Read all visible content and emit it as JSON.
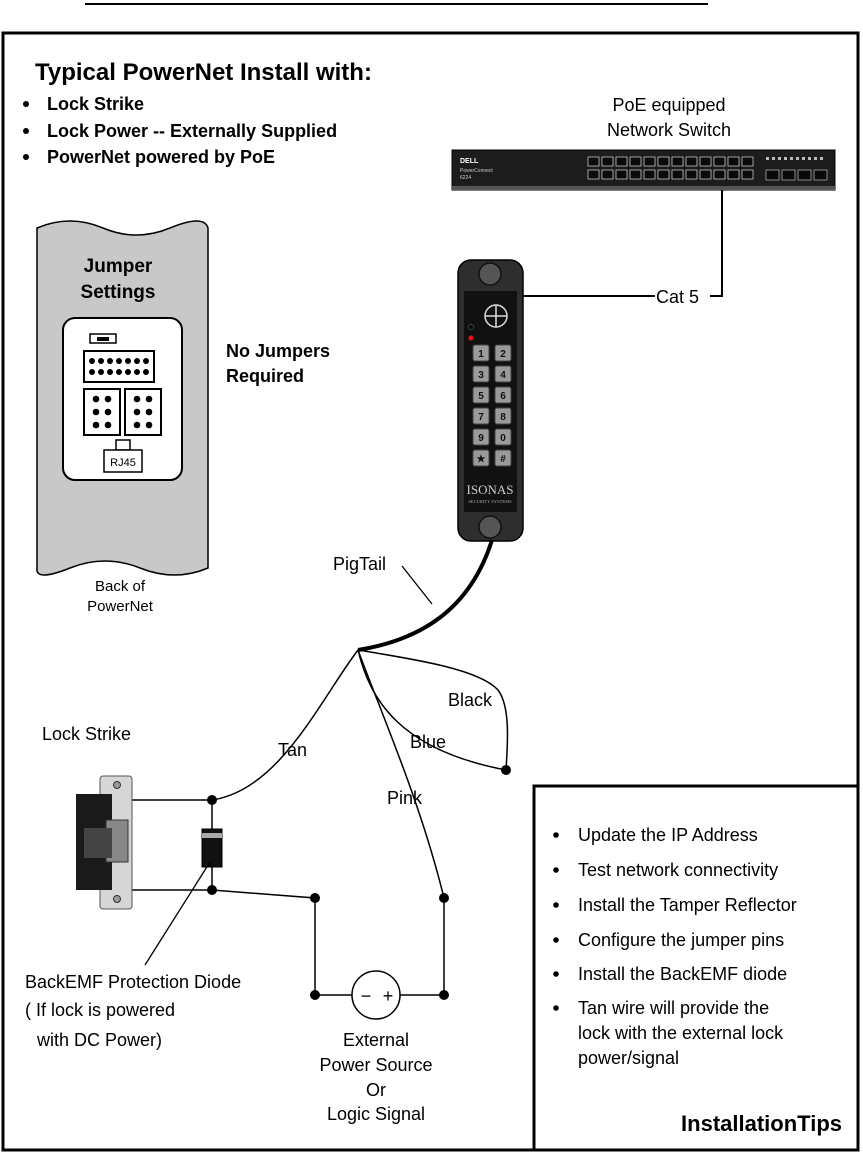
{
  "title": "Typical PowerNet Install with:",
  "bullets": [
    "Lock Strike",
    "Lock Power --  Externally Supplied",
    "PowerNet powered by PoE"
  ],
  "switch": {
    "label_line1": "PoE equipped",
    "label_line2": "Network Switch",
    "brand": "DELL",
    "model_line1": "PowerConnect",
    "model_line2": "6224"
  },
  "jumper": {
    "heading_line1": "Jumper",
    "heading_line2": "Settings",
    "rj45": "RJ45",
    "note_line1": "No Jumpers",
    "note_line2": "Required",
    "caption_line1": "Back of",
    "caption_line2": "PowerNet"
  },
  "reader": {
    "keys": [
      "1",
      "2",
      "3",
      "4",
      "5",
      "6",
      "7",
      "8",
      "9",
      "0",
      "★",
      "#"
    ],
    "brand": "ISONAS",
    "subbrand": "SECURITY SYSTEMS"
  },
  "wires": {
    "cat5": "Cat 5",
    "pigtail": "PigTail",
    "black": "Black",
    "blue": "Blue",
    "tan": "Tan",
    "pink": "Pink"
  },
  "lock_strike": "Lock Strike",
  "diode": {
    "line1": "BackEMF Protection Diode",
    "line2": "( If lock is powered",
    "line3": "with DC Power)"
  },
  "power_source": {
    "minus": "−",
    "plus": "+",
    "line1": "External",
    "line2": "Power Source",
    "line3": "Or",
    "line4": "Logic Signal"
  },
  "tips": {
    "items": [
      "Update the IP Address",
      "Test network connectivity",
      "Install the Tamper Reflector",
      "Configure the jumper pins",
      "Install the BackEMF diode",
      "Tan wire will provide the",
      "lock with the external lock",
      "power/signal"
    ],
    "heading": "InstallationTips"
  }
}
